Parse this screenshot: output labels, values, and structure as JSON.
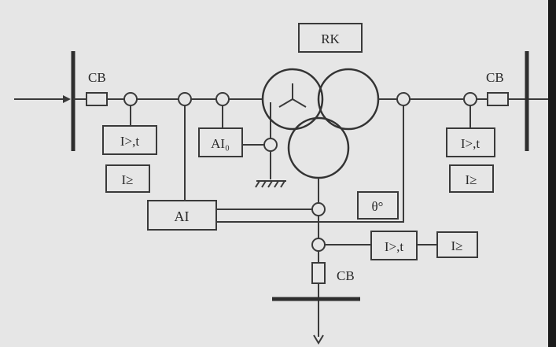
{
  "labels": {
    "rk": "RK",
    "cb_left": "CB",
    "cb_right": "CB",
    "cb_bottom": "CB",
    "left_overcurrent_time": "I>,t",
    "left_overcurrent_inst": "I≥",
    "ground_diff": "AI₀",
    "differential": "AI",
    "right_overcurrent_time": "I>,t",
    "right_overcurrent_inst": "I≥",
    "temperature": "θ°",
    "bottom_overcurrent_time": "I>,t",
    "bottom_overcurrent_inst": "I≥"
  },
  "colors": {
    "page": "#e6e6e6",
    "frame": "#1c1c1c",
    "ink": "#3a3a3a"
  }
}
